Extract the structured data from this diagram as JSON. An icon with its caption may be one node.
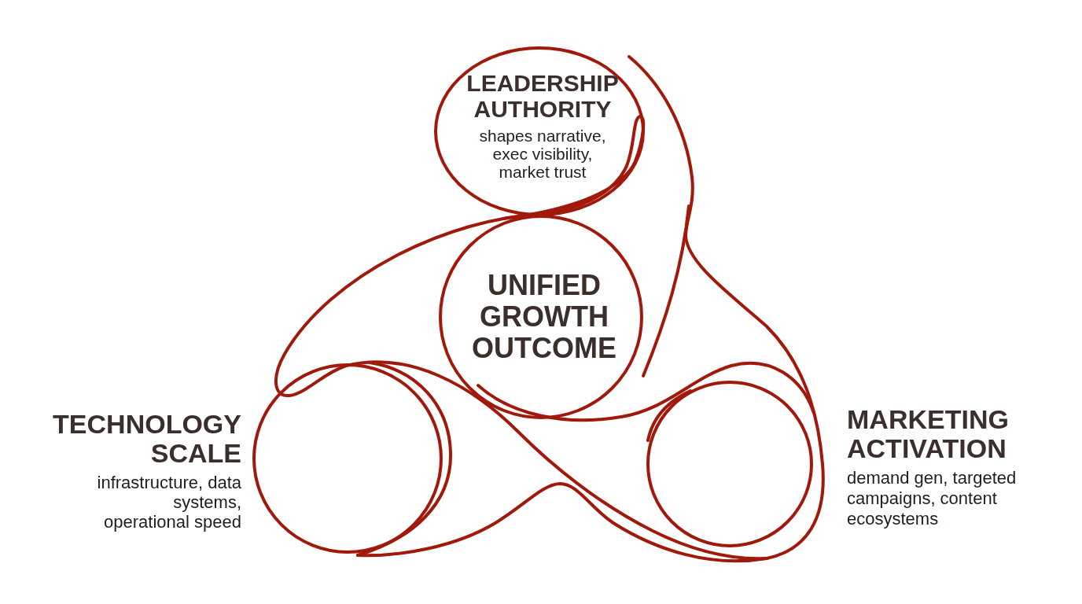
{
  "diagram": {
    "nodes": [
      {
        "text": [
          "LEADERSHIP AUTHORITY",
          "shapes narrative, exec visibility, market trust"
        ]
      },
      {
        "text": [
          "UNIFIED GROWTH OUTCOME"
        ]
      },
      {
        "text": [
          "TECHNOLOGY SCALE",
          "infrastructure, data systems, operational speed"
        ]
      },
      {
        "text": [
          "MARKETING ACTIVATION",
          "demand gen, targeted campaigns, content ecosystems"
        ]
      }
    ]
  }
}
